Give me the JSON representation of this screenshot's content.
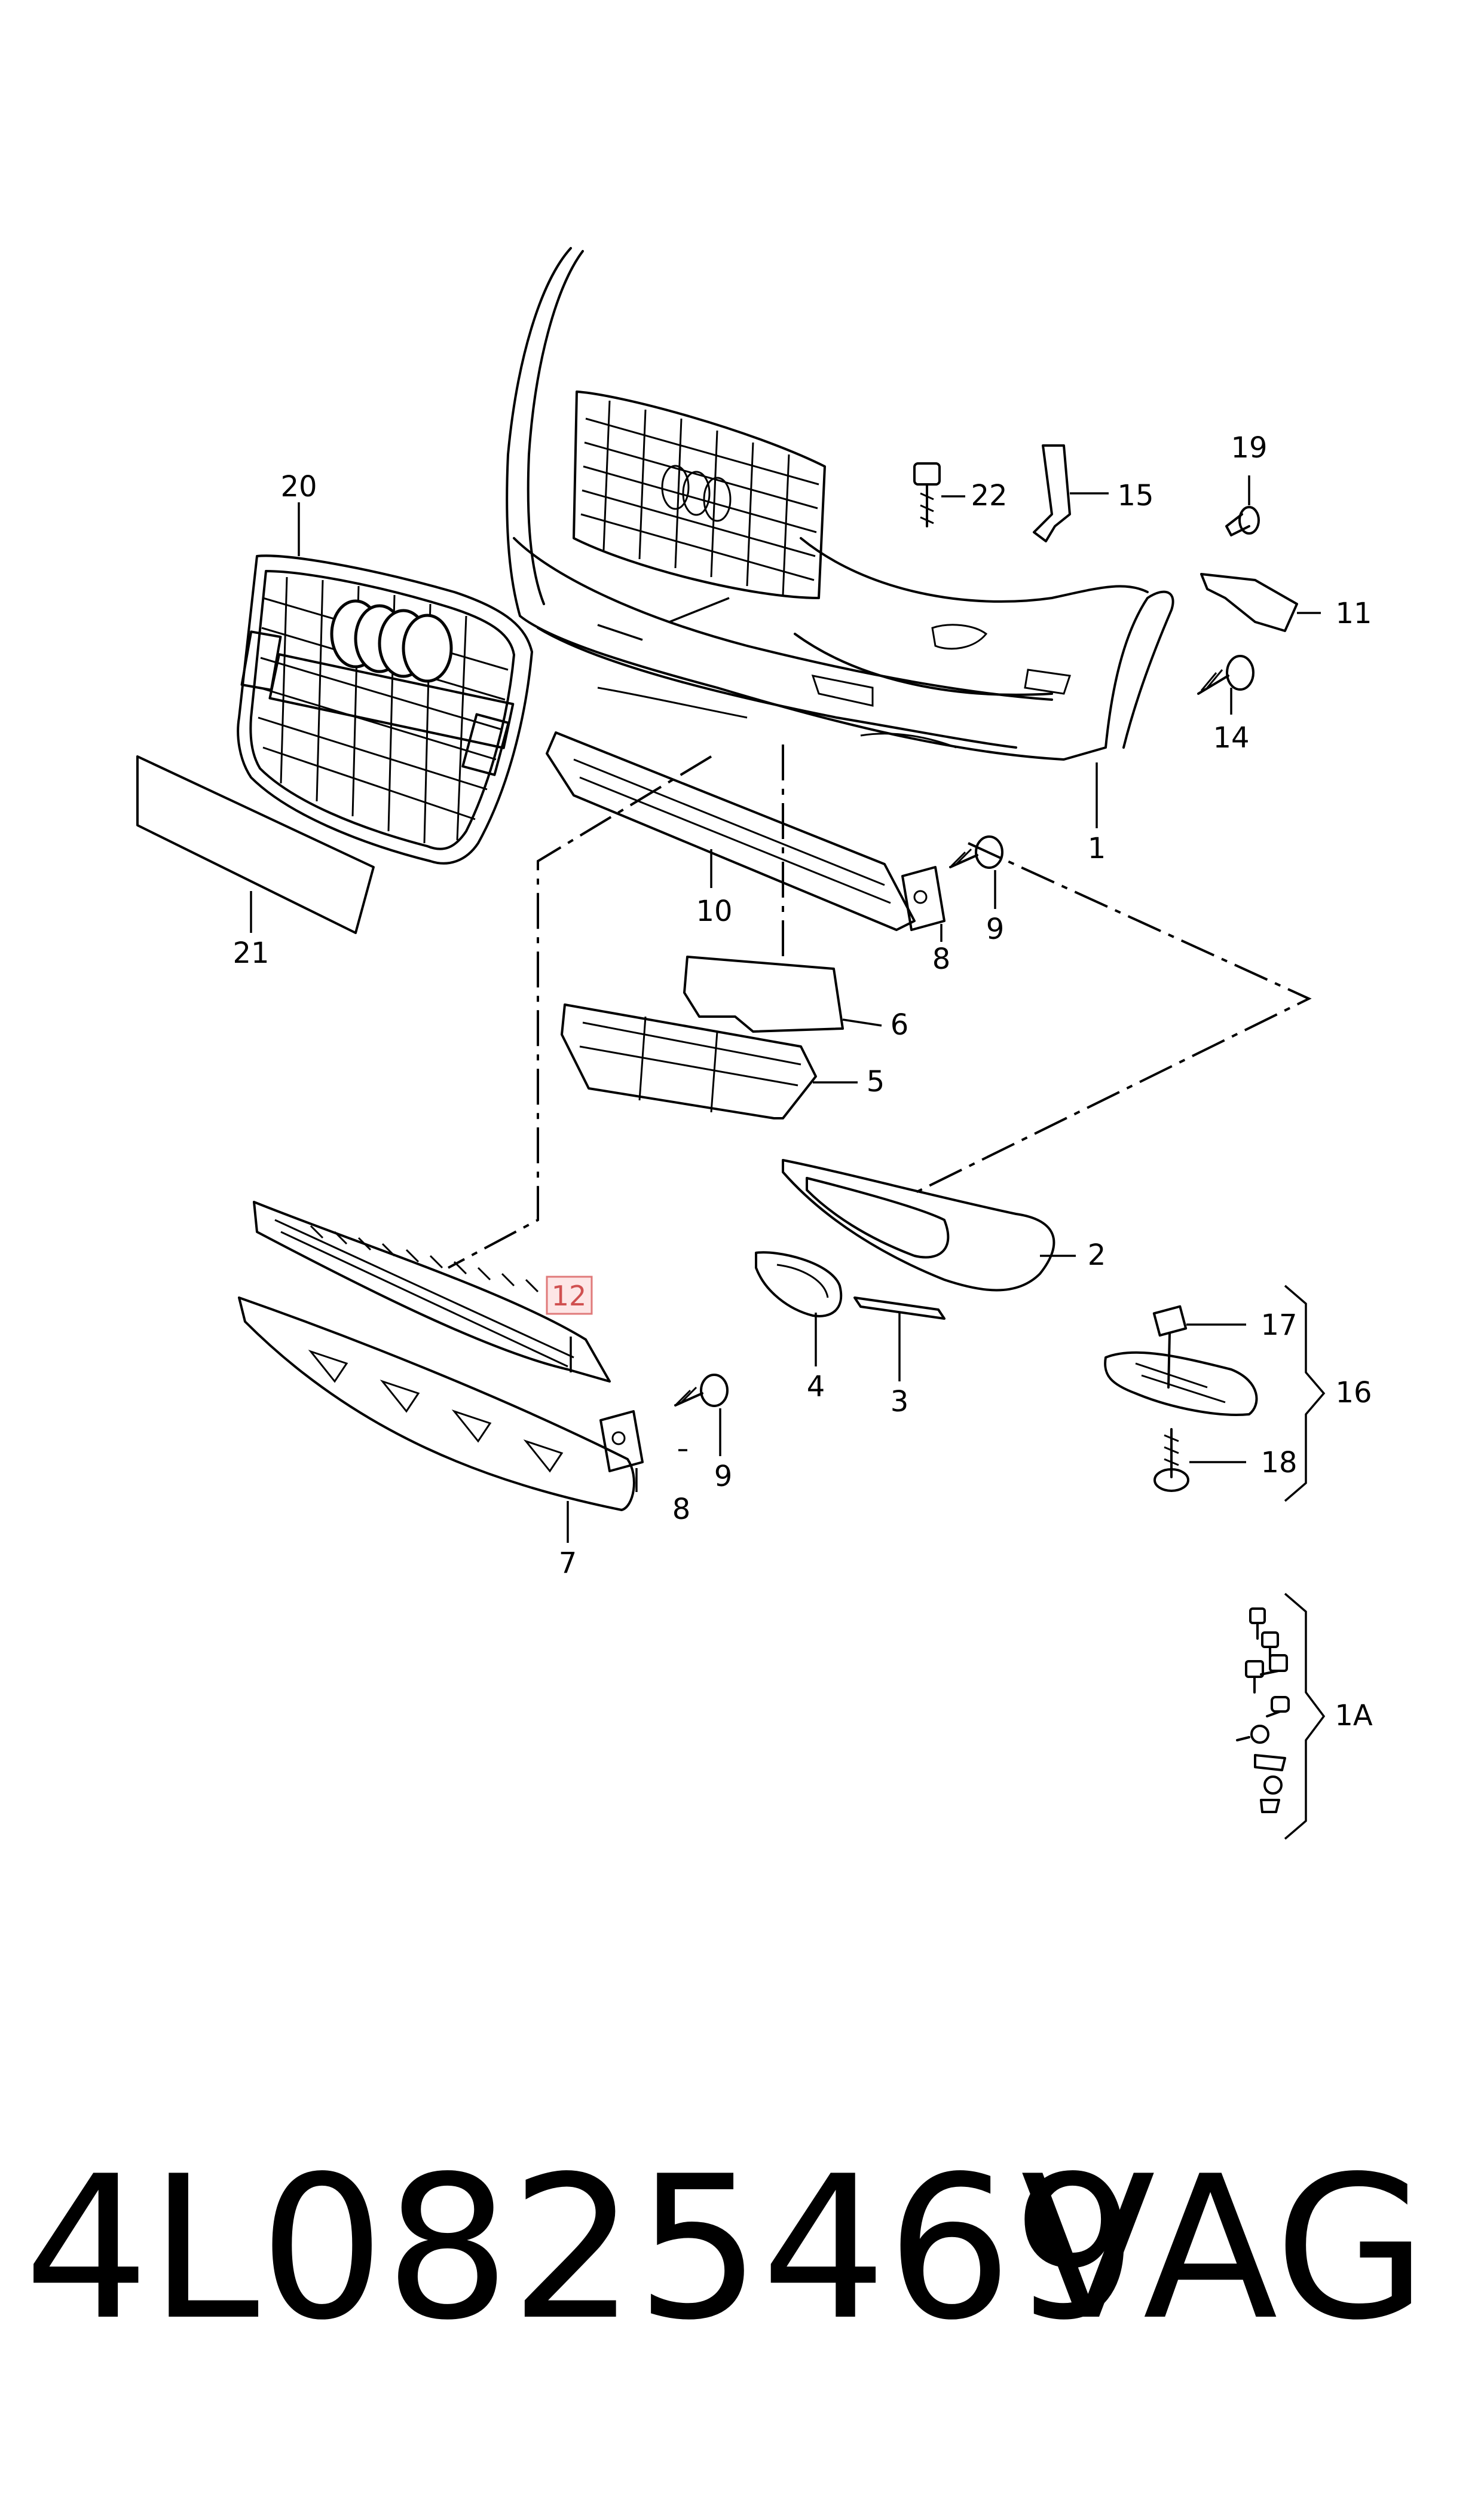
{
  "callouts": {
    "c1": "1",
    "c1a": "1A",
    "c2": "2",
    "c3": "3",
    "c4": "4",
    "c5": "5",
    "c6": "6",
    "c7": "7",
    "c8a": "8",
    "c8b": "8",
    "c9a": "9",
    "c9b": "9",
    "c10": "10",
    "c11": "11",
    "c12": "12",
    "c14": "14",
    "c15": "15",
    "c16": "16",
    "c17": "17",
    "c18": "18",
    "c19": "19",
    "c20": "20",
    "c21": "21",
    "c22": "22"
  },
  "highlighted_callout": "12",
  "highlight_color": "#d05050",
  "footer": {
    "part_number": "4L0825469",
    "brand": "VAG"
  }
}
